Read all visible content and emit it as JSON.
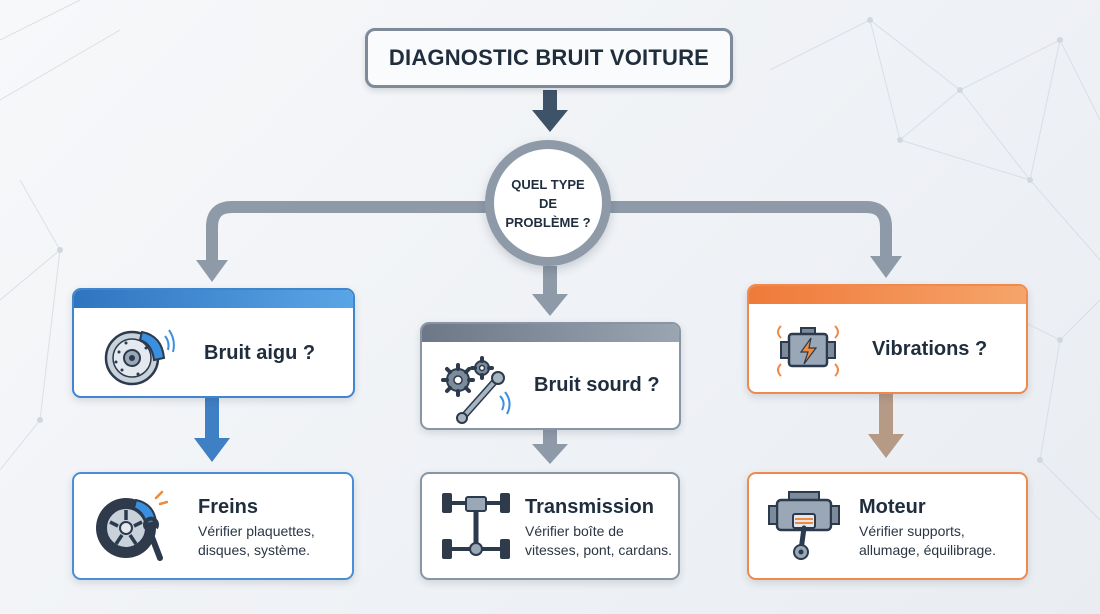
{
  "title": "DIAGNOSTIC BRUIT VOITURE",
  "hub": {
    "line1": "QUEL TYPE",
    "line2": "DE",
    "line3": "PROBLÈME ?"
  },
  "questions": [
    {
      "label": "Bruit aigu ?",
      "icon": "brake-disc-icon",
      "color": "#3f86cf"
    },
    {
      "label": "Bruit sourd ?",
      "icon": "gears-wrench-icon",
      "color": "#8895a4"
    },
    {
      "label": "Vibrations ?",
      "icon": "engine-warning-icon",
      "color": "#ef8a4c"
    }
  ],
  "results": [
    {
      "title": "Freins",
      "description": "Vérifier plaquettes, disques, système.",
      "icon": "wheel-brake-wrench-icon"
    },
    {
      "title": "Transmission",
      "description": "Vérifier boîte de vitesses, pont, cardans.",
      "icon": "drivetrain-chassis-icon"
    },
    {
      "title": "Moteur",
      "description": "Vérifier supports, allumage, équilibrage.",
      "icon": "engine-piston-icon"
    }
  ]
}
